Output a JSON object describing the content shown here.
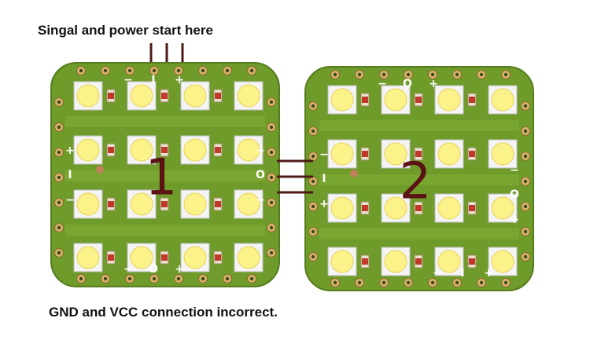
{
  "captions": {
    "top": "Singal and power start here",
    "bottom": "GND and VCC connection incorrect."
  },
  "boards": [
    {
      "number": "1",
      "top_labels": [
        "−",
        "I",
        "+"
      ],
      "bottom_labels": [
        "−",
        "O",
        "+"
      ],
      "left_labels": [
        "+",
        "I",
        "−"
      ],
      "right_labels": [
        "+",
        "O",
        "−"
      ]
    },
    {
      "number": "2",
      "top_labels": [
        "−",
        "O",
        "+"
      ],
      "bottom_labels": [
        "−",
        "I",
        "+"
      ],
      "left_labels": [
        "−",
        "I",
        "+"
      ],
      "right_labels": [
        "−",
        "O",
        "+"
      ]
    }
  ],
  "colors": {
    "pcb": "#6f9b2a",
    "pcb_edge": "#557d1e",
    "led_body": "#f4f4f4",
    "led_core": "#fbf28a",
    "pad": "#d7b36e",
    "wire": "#4e1a15",
    "number": "#5a1212"
  }
}
